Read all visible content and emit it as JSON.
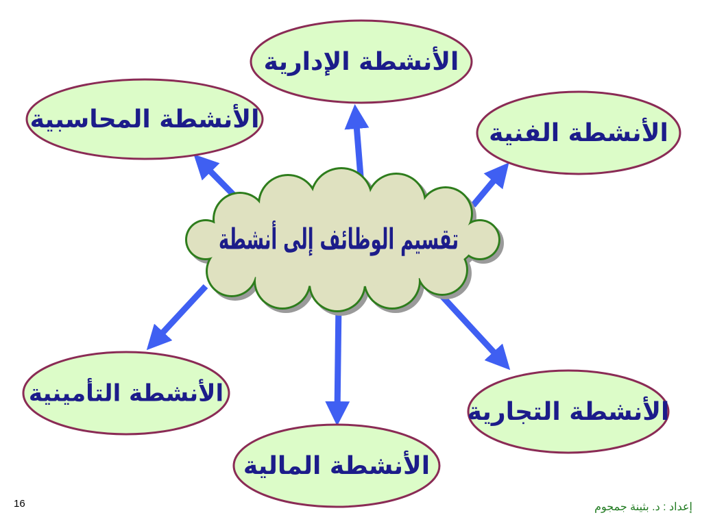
{
  "center": {
    "label": "تقسيم الوظائف إلى أنشطة"
  },
  "nodes": {
    "administrative": "الأنشطة الإدارية",
    "accounting": "الأنشطة المحاسبية",
    "technical": "الأنشطة الفنية",
    "insurance": "الأنشطة التأمينية",
    "financial": "الأنشطة المالية",
    "commercial": "الأنشطة التجارية"
  },
  "footer": {
    "page_number": "16",
    "author": "إعداد : د. بثينة جمجوم"
  },
  "colors": {
    "ellipse_fill": "#dcfcc8",
    "ellipse_stroke": "#8a2b55",
    "cloud_fill": "#dfe1c0",
    "cloud_stroke": "#2e7d1f",
    "arrow": "#3f5ff2",
    "text": "#1c1c8a"
  }
}
